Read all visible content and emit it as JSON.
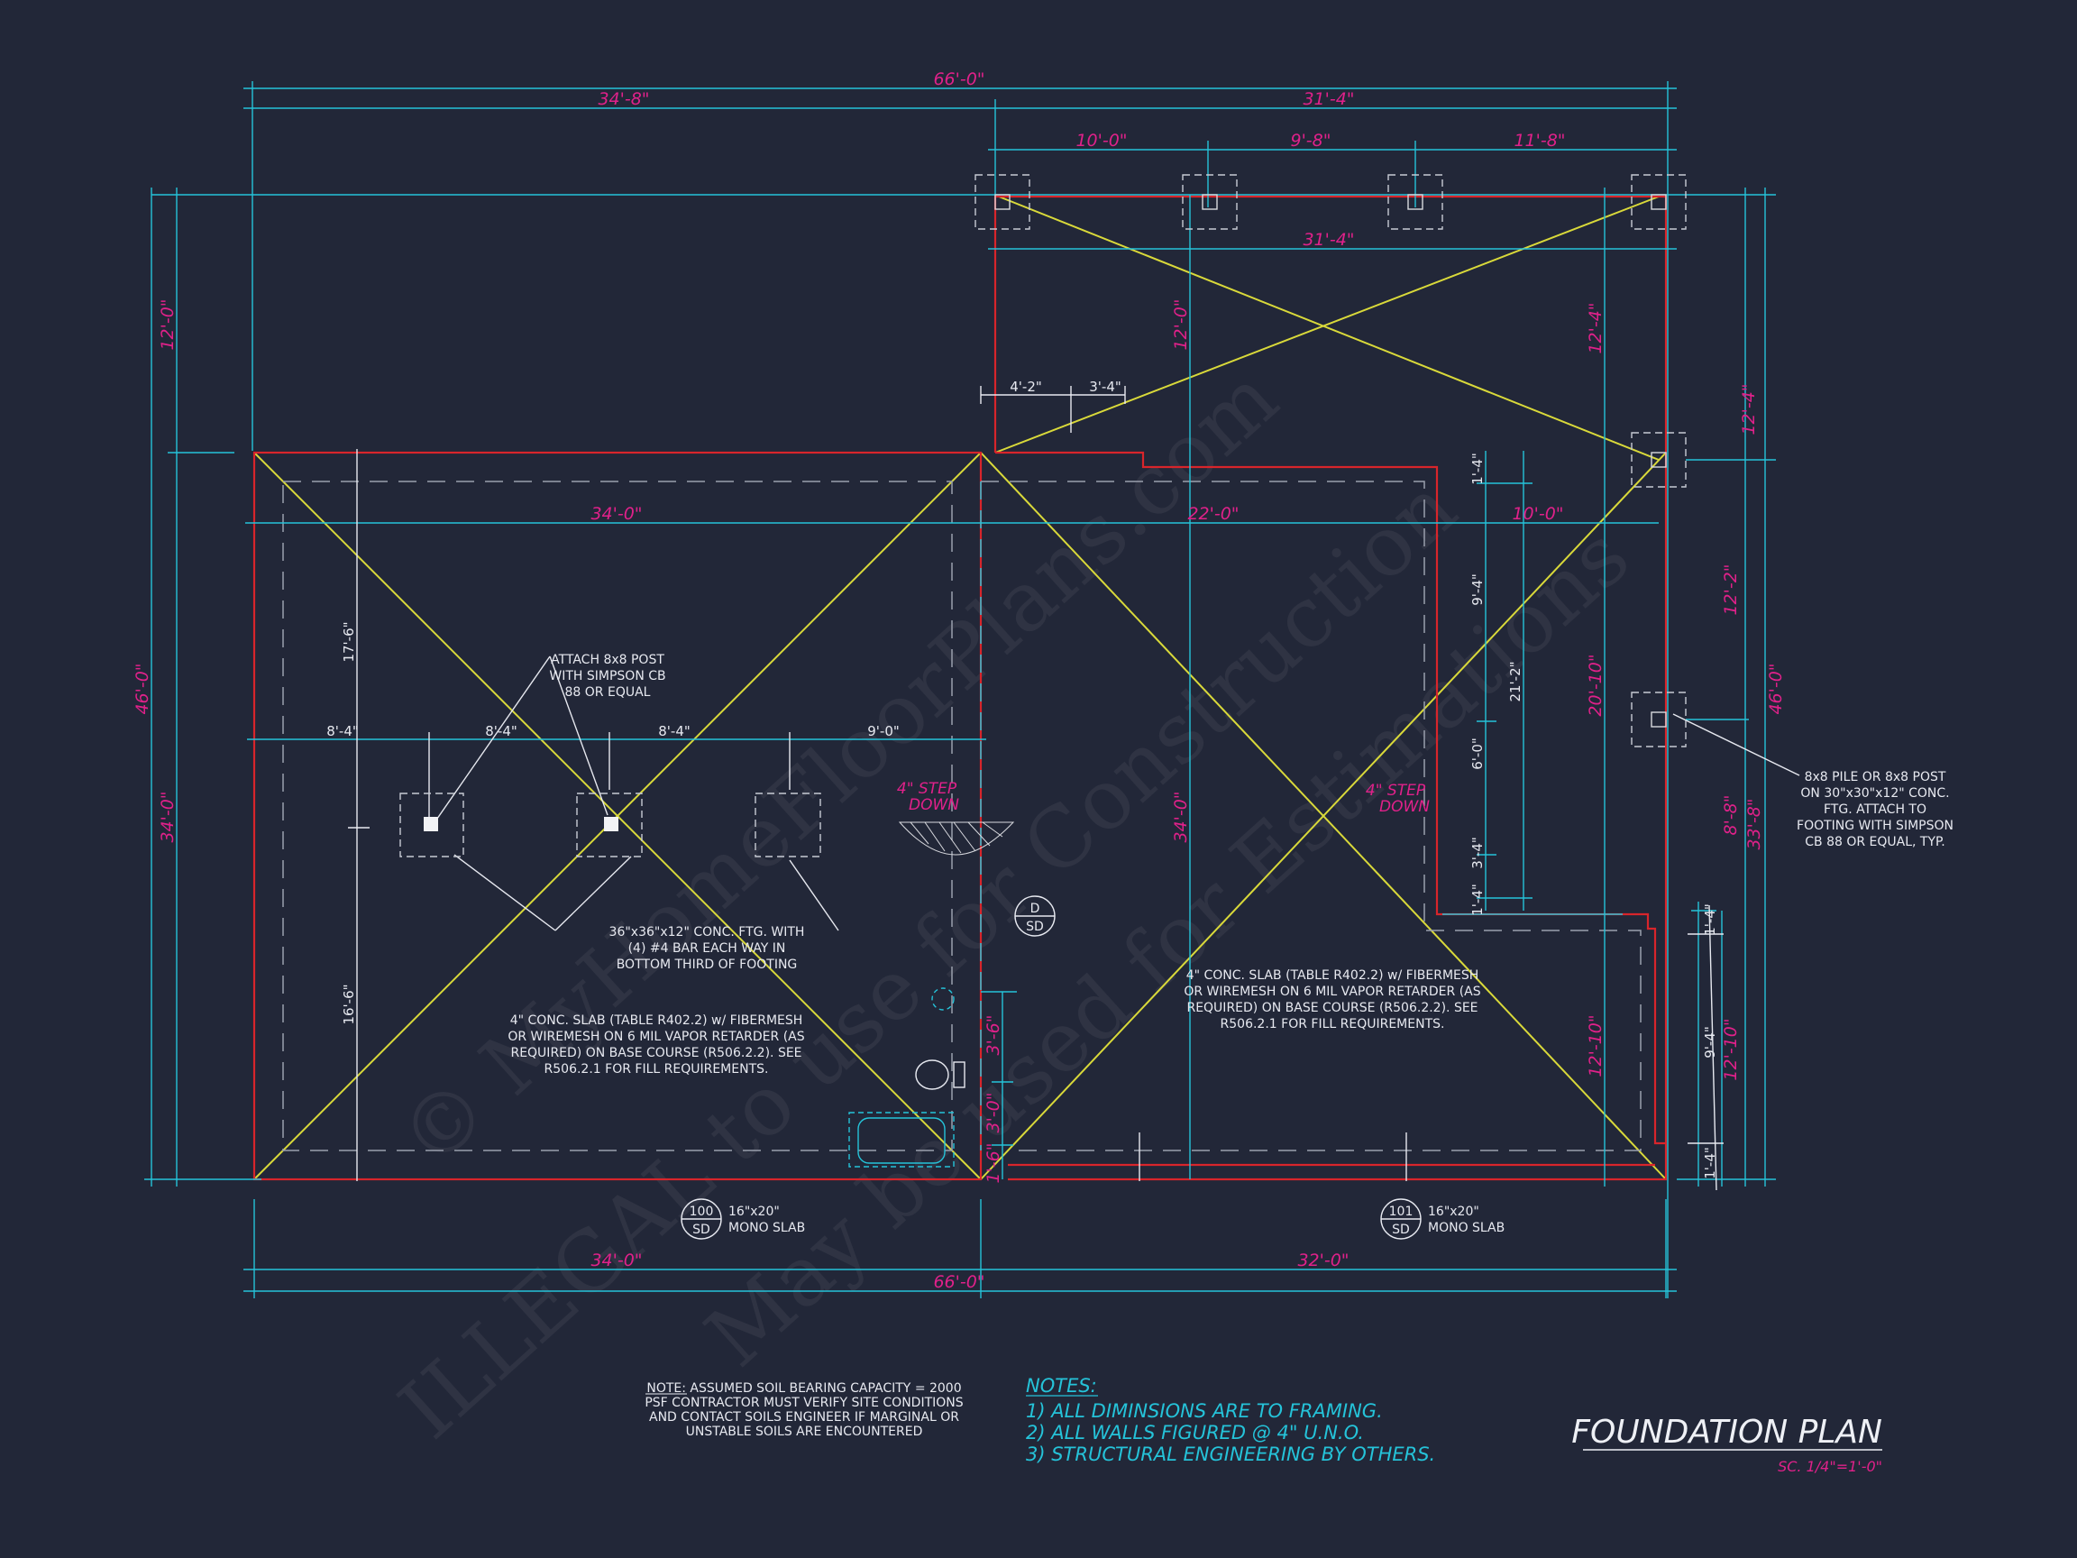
{
  "title": "FOUNDATION PLAN",
  "scale": "SC. 1/4\"=1'-0\"",
  "notes": {
    "heading": "NOTES:",
    "items": [
      "1) ALL DIMINSIONS ARE TO FRAMING.",
      "2) ALL WALLS FIGURED @ 4\" U.N.O.",
      "3) STRUCTURAL ENGINEERING BY OTHERS."
    ]
  },
  "soil_note": [
    "NOTE: ASSUMED SOIL BEARING CAPACITY = 2000",
    "PSF CONTRACTOR MUST VERIFY SITE CONDITIONS",
    "AND CONTACT SOILS ENGINEER IF MARGINAL OR",
    "UNSTABLE SOILS ARE ENCOUNTERED"
  ],
  "slab_note": [
    "4\" CONC. SLAB (TABLE R402.2) w/ FIBERMESH",
    "OR WIREMESH ON 6 MIL VAPOR RETARDER (AS",
    "REQUIRED) ON BASE COURSE (R506.2.2). SEE",
    "R506.2.1 FOR FILL REQUIREMENTS."
  ],
  "post_note": [
    "ATTACH 8x8 POST",
    "WITH SIMPSON CB",
    "88 OR EQUAL"
  ],
  "footing_note": [
    "36\"x36\"x12\" CONC. FTG. WITH",
    "(4) #4 BAR EACH WAY IN",
    "BOTTOM THIRD OF FOOTING"
  ],
  "pile_note": [
    "8x8 PILE OR 8x8 POST",
    "ON 30\"x30\"x12\" CONC.",
    "FTG. ATTACH TO",
    "FOOTING WITH SIMPSON",
    "CB 88 OR EQUAL, TYP."
  ],
  "step_down_left": [
    "4\" STEP",
    "DOWN"
  ],
  "step_down_right": [
    "4\" STEP",
    "DOWN"
  ],
  "sections": {
    "s100": {
      "num": "100",
      "ref": "SD",
      "label": [
        "16\"x20\"",
        "MONO SLAB"
      ]
    },
    "s101": {
      "num": "101",
      "ref": "SD",
      "label": [
        "16\"x20\"",
        "MONO SLAB"
      ]
    },
    "sd": {
      "num": "D",
      "ref": "SD"
    }
  },
  "watermark": [
    "ILLEGAL to use for Construction",
    "© MyHomeFloorPlans.com",
    "May be used for Estimations"
  ],
  "dims": {
    "top_overall": "66'-0\"",
    "top_left": "34'-8\"",
    "top_right": "31'-4\"",
    "top_a": "10'-0\"",
    "top_b": "9'-8\"",
    "top_c": "11'-8\"",
    "porch_inner": "31'-4\"",
    "main_left": "34'-0\"",
    "main_mid": "22'-0\"",
    "main_right": "10'-0\"",
    "bottom_left": "34'-0\"",
    "bottom_right": "32'-0\"",
    "bottom_overall": "66'-0\"",
    "left_outer": "46'-0\"",
    "left_top": "12'-0\"",
    "left_main": "34'-0\"",
    "right_outer": "46'-0\"",
    "right_top": "12'-4\"",
    "right_a": "12'-2\"",
    "right_b": "8'-8\"",
    "right_c": "12'-10\"",
    "right_d": "33'-8\"",
    "porch_v": "12'-0\"",
    "porch_v2": "12'-4\"",
    "mid_v": "34'-0\"",
    "mid_v2": "20'-10\"",
    "mid_v3": "12'-10\"",
    "bath_a": "3'-6\"",
    "bath_b": "3'-0\"",
    "bath_c": "1'-6\"",
    "inner_top_a": "4'-2\"",
    "inner_top_b": "3'-4\"",
    "ftg_a": "8'-4\"",
    "ftg_b": "8'-4\"",
    "ftg_c": "8'-4\"",
    "ftg_d": "9'-0\"",
    "ftg_v1": "17'-6\"",
    "ftg_v2": "16'-6\"",
    "clo_a": "1'-4\"",
    "clo_b": "9'-4\"",
    "clo_c": "6'-0\"",
    "clo_d": "3'-4\"",
    "clo_e": "1'-4\"",
    "clo_total": "21'-2\"",
    "sr_a": "1'-4\"",
    "sr_b": "9'-4\"",
    "sr_c": "1'-4\""
  },
  "colors": {
    "background": "#222738",
    "wall": "#d8252b",
    "dimension": "#25c3d9",
    "diagonal": "#d9d93a",
    "label": "#e0218a",
    "text": "#e7e9f0"
  }
}
